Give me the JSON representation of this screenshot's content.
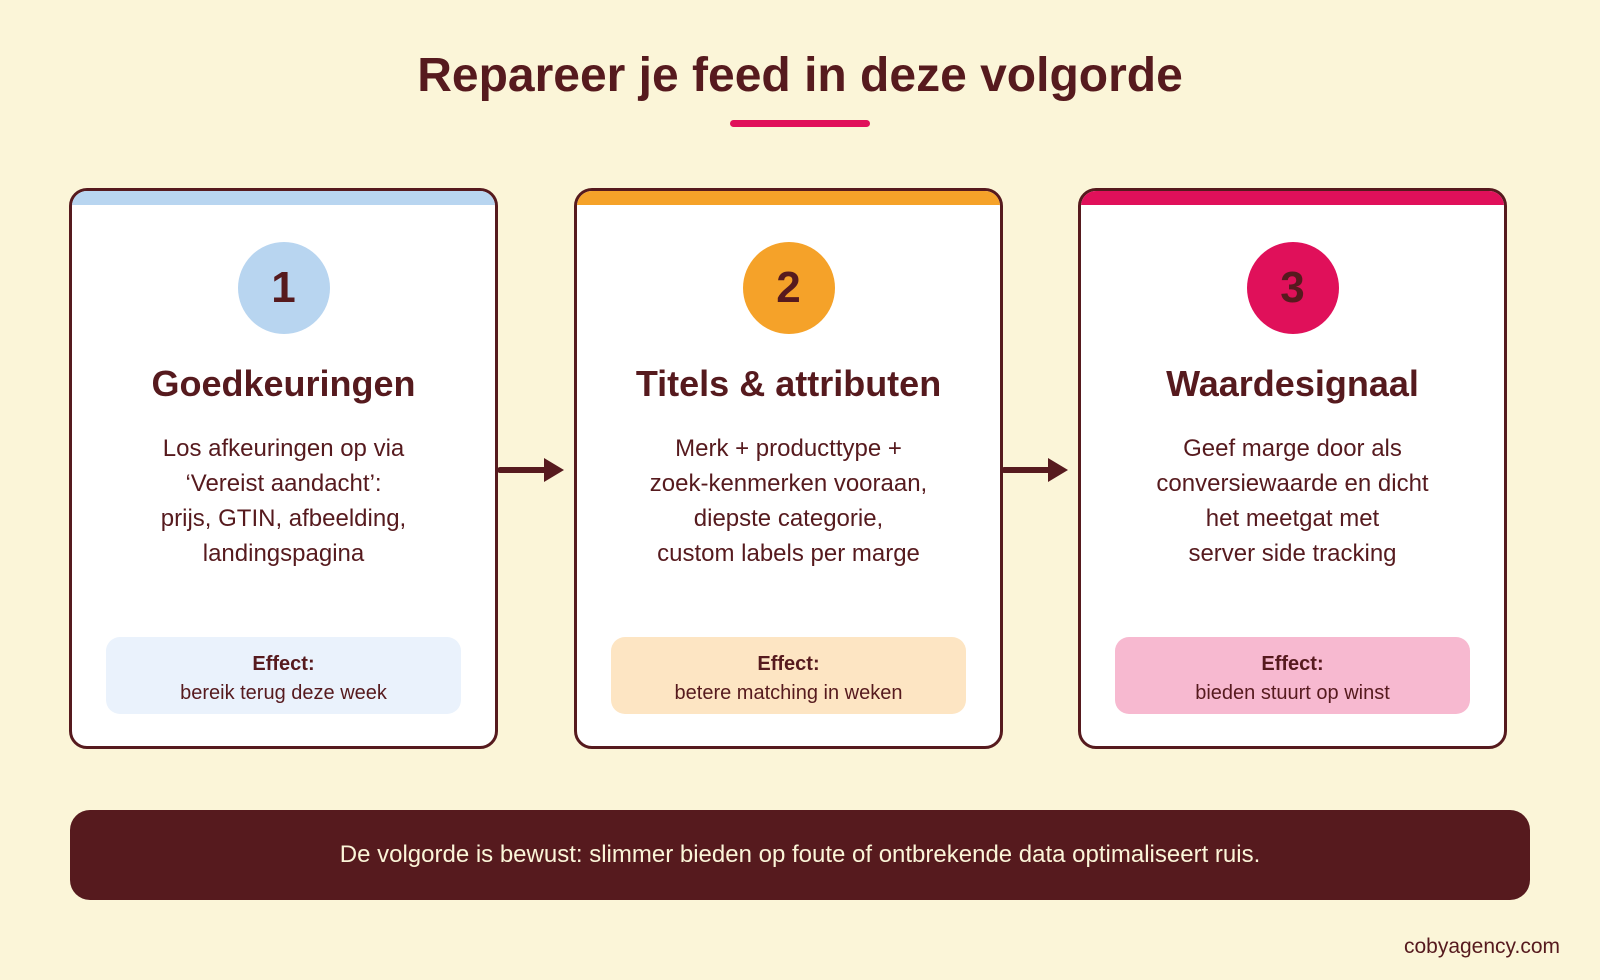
{
  "title": "Repareer je feed in deze volgorde",
  "colors": {
    "dark": "#561a1e",
    "background": "#fbf5d8",
    "accent": "#e0105a"
  },
  "steps": [
    {
      "number": "1",
      "title": "Goedkeuringen",
      "body": [
        "Los afkeuringen op via",
        "‘Vereist aandacht’:",
        "prijs, GTIN, afbeelding,",
        "landingspagina"
      ],
      "effect_label": "Effect:",
      "effect_text": "bereik terug deze week",
      "color": "#b8d5f0",
      "effect_bg": "#eaf2fc"
    },
    {
      "number": "2",
      "title": "Titels & attributen",
      "body": [
        "Merk + producttype +",
        "zoek-kenmerken vooraan,",
        "diepste categorie,",
        "custom labels per marge"
      ],
      "effect_label": "Effect:",
      "effect_text": "betere matching in weken",
      "color": "#f5a229",
      "effect_bg": "#fde5c3"
    },
    {
      "number": "3",
      "title": "Waardesignaal",
      "body": [
        "Geef marge door als",
        "conversiewaarde en dicht",
        "het meetgat met",
        "server side tracking"
      ],
      "effect_label": "Effect:",
      "effect_text": "bieden stuurt op winst",
      "color": "#e0105a",
      "effect_bg": "#f7b9d0"
    }
  ],
  "footer": "De volgorde is bewust: slimmer bieden op foute of ontbrekende data optimaliseert ruis.",
  "credit": "cobyagency.com"
}
